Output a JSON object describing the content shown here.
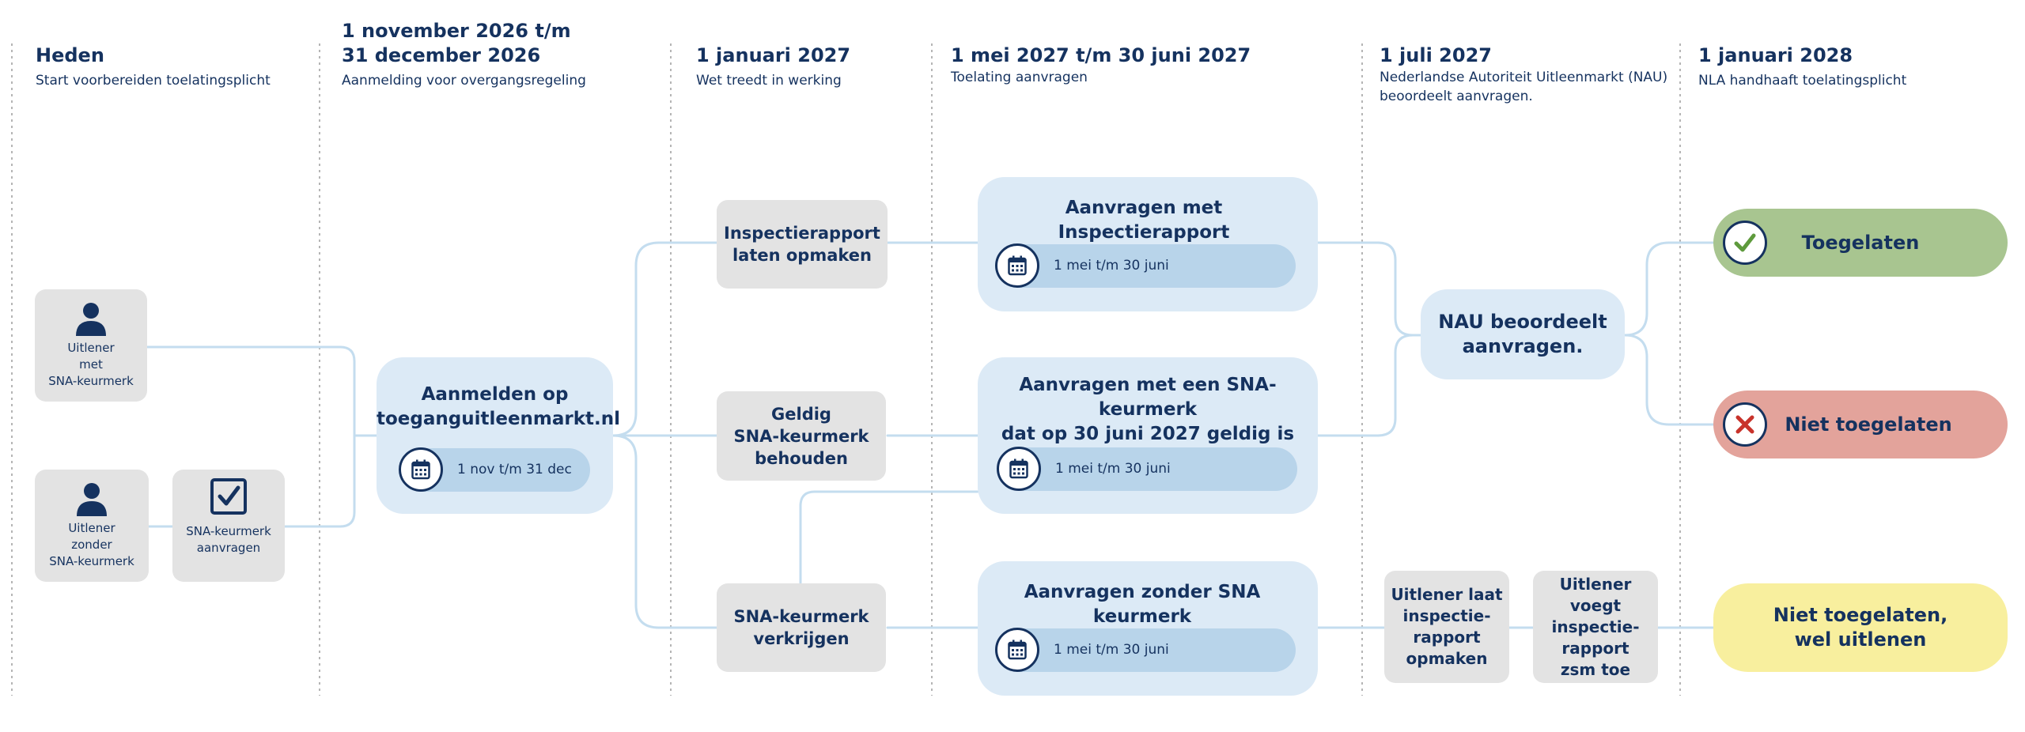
{
  "columns": [
    {
      "date": "Heden",
      "date_line2": "",
      "sub": "Start voorbereiden toelatingsplicht",
      "sub_line2": ""
    },
    {
      "date": "1 november 2026 t/m",
      "date_line2": "31 december 2026",
      "sub": "Aanmelding voor overgangsregeling",
      "sub_line2": ""
    },
    {
      "date": "1 januari 2027",
      "date_line2": "",
      "sub": "Wet treedt in werking",
      "sub_line2": ""
    },
    {
      "date": "1 mei 2027 t/m 30 juni 2027",
      "date_line2": "",
      "sub": "Toelating aanvragen",
      "sub_line2": ""
    },
    {
      "date": "1 juli 2027",
      "date_line2": "",
      "sub": "Nederlandse Autoriteit Uitleenmarkt (NAU)",
      "sub_line2": "beoordeelt aanvragen."
    },
    {
      "date": "1 januari 2028",
      "date_line2": "",
      "sub": "NLA handhaaft toelatingsplicht",
      "sub_line2": ""
    }
  ],
  "actors": {
    "with_mark": {
      "l1": "Uitlener",
      "l2": "met",
      "l3": "SNA-keurmerk",
      "icon": "person-icon"
    },
    "without_mark": {
      "l1": "Uitlener",
      "l2": "zonder",
      "l3": "SNA-keurmerk",
      "icon": "person-icon"
    },
    "apply_mark": {
      "l1": "SNA-keurmerk",
      "l2": "aanvragen",
      "icon": "checkbox-icon"
    }
  },
  "register": {
    "l1": "Aanmelden op",
    "l2": "toeganguitleenmarkt.nl",
    "pill": "1 nov t/m 31 dec"
  },
  "paths": {
    "inspect": {
      "l1": "Inspectierapport",
      "l2": "laten opmaken"
    },
    "valid": {
      "l1": "Geldig",
      "l2": "SNA-keurmerk",
      "l3": "behouden"
    },
    "obtain": {
      "l1": "SNA-keurmerk",
      "l2": "verkrijgen"
    }
  },
  "applications": {
    "a1": {
      "l1": "Aanvragen met Inspectierapport",
      "l2": "",
      "pill": "1 mei t/m 30 juni"
    },
    "a2": {
      "l1": "Aanvragen met een SNA-keurmerk",
      "l2": "dat op 30 juni 2027 geldig is",
      "pill": "1 mei t/m 30 juni"
    },
    "a3": {
      "l1": "Aanvragen zonder SNA keurmerk",
      "l2": "",
      "pill": "1 mei t/m 30 juni"
    }
  },
  "nau": {
    "l1": "NAU beoordeelt",
    "l2": "aanvragen."
  },
  "late_steps": {
    "s1": {
      "l1": "Uitlener laat",
      "l2": "inspectie-",
      "l3": "rapport",
      "l4": "opmaken"
    },
    "s2": {
      "l1": "Uitlener voegt",
      "l2": "inspectie-",
      "l3": "rapport",
      "l4": "zsm toe"
    }
  },
  "outcomes": {
    "admitted": {
      "label": "Toegelaten",
      "color": "#a8c590",
      "icon": "check-icon"
    },
    "rejected": {
      "label": "Niet toegelaten",
      "color": "#e3a39b",
      "icon": "cross-icon"
    },
    "lend": {
      "l1": "Niet toegelaten,",
      "l2": "wel uitlenen",
      "color": "#f8ef9e"
    }
  },
  "colors": {
    "navy": "#15325f",
    "grey_box": "#e3e3e3",
    "light_blue": "#dceaf6",
    "pill_blue": "#b8d4ea",
    "connector": "#c4ddef",
    "divider": "#b5b5b5",
    "check_green": "#5e9a3c",
    "cross_red": "#c8332b"
  }
}
